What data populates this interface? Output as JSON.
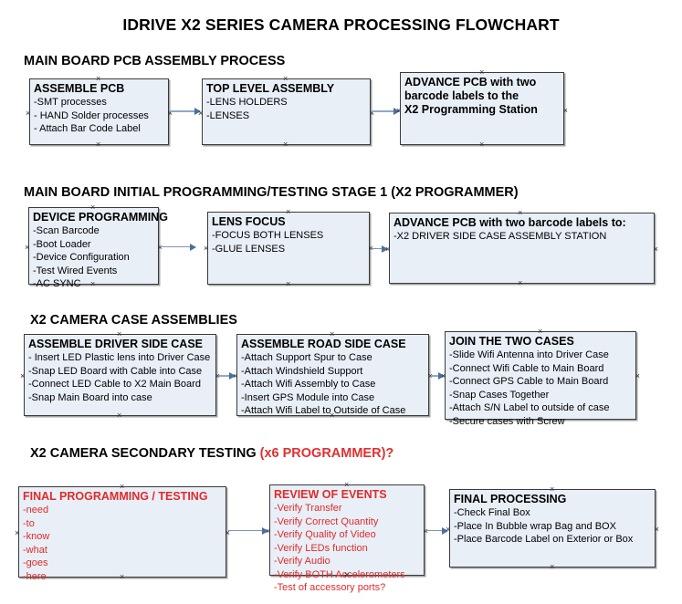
{
  "document": {
    "title": "IDRIVE X2  SERIES CAMERA PROCESSING FLOWCHART"
  },
  "colors": {
    "box_fill": "#e9eff7",
    "box_border": "#3a3a3a",
    "arrow": "#8fa9c4",
    "arrowhead": "#4a6f9e",
    "text": "#000000",
    "accent_red": "#e02b2b"
  },
  "sections": [
    {
      "heading": "MAIN BOARD PCB ASSEMBLY PROCESS",
      "heading_accent": "",
      "boxes": [
        {
          "title": "ASSEMBLE PCB",
          "lines": [
            " -SMT processes",
            "- HAND Solder processes",
            "- Attach Bar Code Label"
          ]
        },
        {
          "title": "TOP LEVEL ASSEMBLY",
          "lines": [
            "-LENS HOLDERS",
            "-LENSES"
          ]
        },
        {
          "title": "ADVANCE PCB with two",
          "lines": [
            "barcode labels to the",
            " X2 Programming Station"
          ]
        }
      ]
    },
    {
      "heading": "MAIN BOARD INITIAL PROGRAMMING/TESTING STAGE 1 (X2 PROGRAMMER)",
      "heading_accent": "",
      "boxes": [
        {
          "title": "DEVICE PROGRAMMING",
          "lines": [
            "-Scan Barcode",
            "-Boot Loader",
            "-Device Configuration",
            "-Test Wired Events",
            "-AC SYNC"
          ]
        },
        {
          "title": "LENS FOCUS",
          "lines": [
            "-FOCUS BOTH LENSES",
            "-GLUE LENSES"
          ]
        },
        {
          "title": "ADVANCE PCB with two barcode labels to:",
          "lines": [
            "-X2 DRIVER  SIDE  CASE  ASSEMBLY STATION"
          ]
        }
      ]
    },
    {
      "heading": "X2 CAMERA CASE ASSEMBLIES",
      "heading_accent": "",
      "boxes": [
        {
          "title": "ASSEMBLE DRIVER SIDE CASE",
          "lines": [
            "- Insert LED Plastic lens into Driver Case",
            "-Snap LED Board with Cable into Case",
            "-Connect LED Cable to X2 Main Board",
            "-Snap Main Board into case"
          ]
        },
        {
          "title": "ASSEMBLE ROAD SIDE CASE",
          "lines": [
            "-Attach Support Spur to Case",
            "-Attach Windshield Support",
            "-Attach Wifi Assembly to Case",
            "-Insert GPS Module into Case",
            "-Attach Wifi Label to Outside of Case"
          ]
        },
        {
          "title": "JOIN THE TWO CASES",
          "lines": [
            "-Slide Wifi Antenna into Driver Case",
            "-Connect Wifi Cable to Main Board",
            "-Connect GPS Cable to Main Board",
            "-Snap Cases Together",
            "-Attach S/N Label to outside of case",
            "-Secure cases with Screw"
          ]
        }
      ]
    },
    {
      "heading": "X2 CAMERA SECONDARY TESTING ",
      "heading_accent": "(x6 PROGRAMMER)?",
      "boxes": [
        {
          "title": "FINAL PROGRAMMING / TESTING",
          "lines": [
            "-need",
            "-to",
            "-know",
            "-what",
            "-goes",
            "-here"
          ]
        },
        {
          "title": "REVIEW OF EVENTS",
          "lines": [
            "-Verify Transfer",
            "-Verify Correct Quantity",
            "-Verify Quality of Video",
            "-Verify LEDs function",
            "-Verify Audio",
            "-Verify BOTH Accelerometers",
            "-Test of accessory ports?"
          ]
        },
        {
          "title": "FINAL PROCESSING",
          "lines": [
            " -Check Final Box",
            "-Place In Bubble wrap Bag and BOX",
            "-Place Barcode Label on Exterior or Box"
          ]
        }
      ]
    }
  ],
  "handle_glyph": "×"
}
